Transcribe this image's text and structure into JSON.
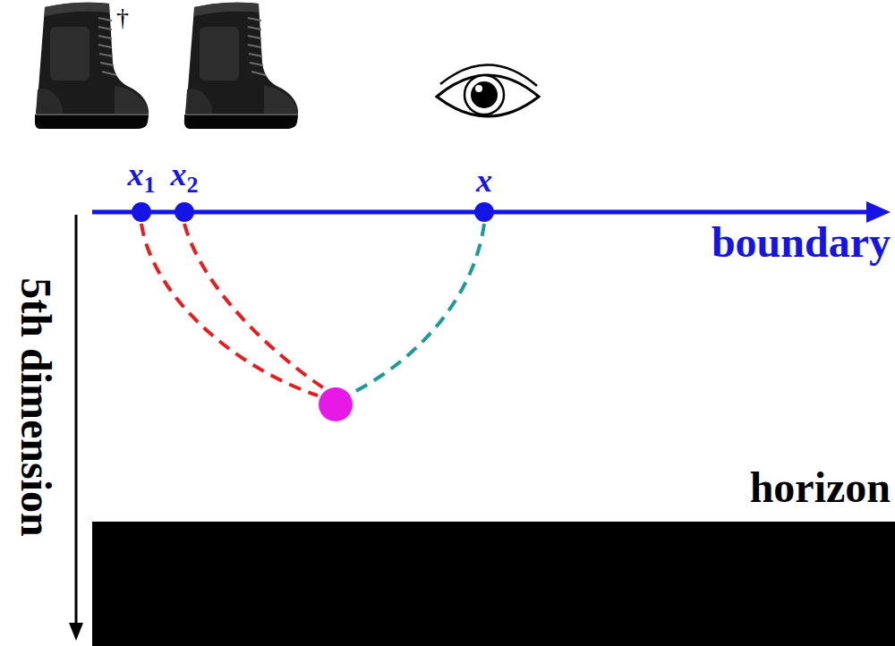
{
  "diagram": {
    "nodes": [
      {
        "text": [
          "x1"
        ]
      },
      {
        "text": [
          "x2"
        ]
      },
      {
        "text": [
          "x"
        ]
      },
      {
        "text": [
          "horizon"
        ]
      }
    ],
    "labels": [
      "†",
      "boundary",
      "5th dimension"
    ]
  }
}
